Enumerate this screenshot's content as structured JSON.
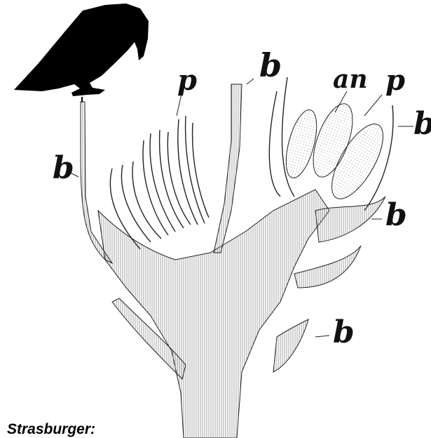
{
  "labels": {
    "b_top": "b",
    "p_left": "p",
    "an": "an",
    "p_right": "p",
    "b_right_top": "b",
    "b_left": "b",
    "b_right_mid": "b",
    "b_right_low": "b"
  },
  "caption": "Strasburger:",
  "colors": {
    "ink": "#111111",
    "paper": "#ffffff",
    "hatch": "#555555"
  },
  "icons": {
    "bird": "crow-silhouette"
  }
}
